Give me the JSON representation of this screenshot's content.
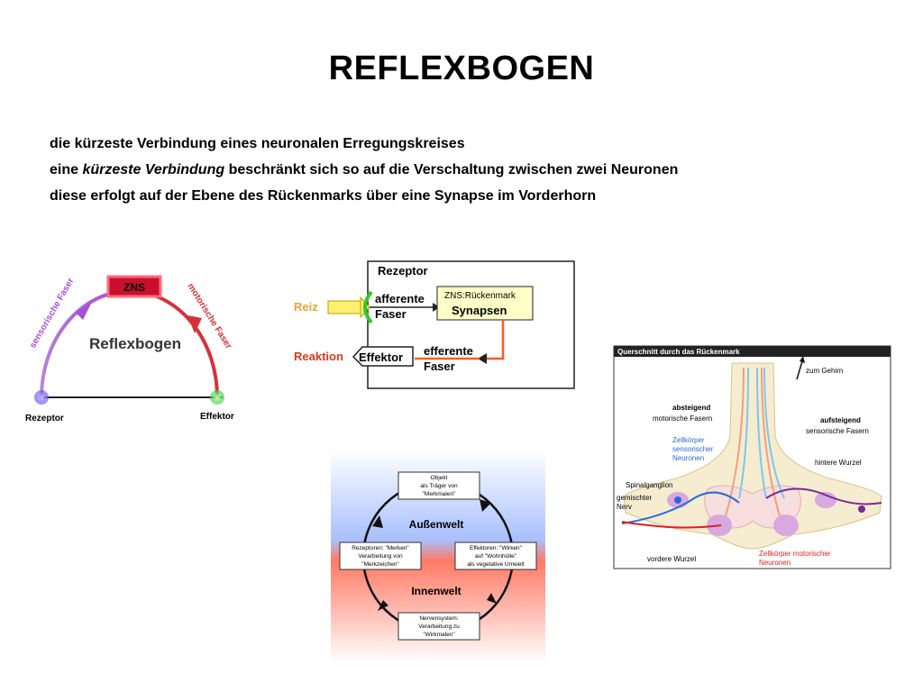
{
  "title": "REFLEXBOGEN",
  "bullets": {
    "line1": "die kürzeste Verbindung eines neuronalen Erregungskreises",
    "line2_pre": "eine ",
    "line2_em": "kürzeste Verbindung",
    "line2_post": " beschränkt sich so auf die Verschaltung zwischen zwei Neuronen",
    "line3": "diese erfolgt auf der Ebene des Rückenmarks über eine Synapse im Vorderhorn"
  },
  "arc_diagram": {
    "center_label": "Reflexbogen",
    "top_label": "ZNS",
    "left_label": "sensorische Faser",
    "right_label": "motorische Faser",
    "start_label": "Rezeptor",
    "end_label": "Effektor",
    "colors": {
      "sensory": "#a64fd6",
      "motor": "#d8303a",
      "zns": "#c8102e",
      "receptor_dot": "#5a4cf0",
      "effector_dot": "#37c837"
    }
  },
  "flow_diagram": {
    "receptor": "Rezeptor",
    "stimulus": "Reiz",
    "afferent": "afferente",
    "afferent2": "Faser",
    "zns": "ZNS:Rückenmark",
    "synapses": "Synapsen",
    "reaction": "Reaktion",
    "effector": "Effektor",
    "efferent": "efferente",
    "efferent2": "Faser",
    "colors": {
      "stimulus": "#e8a33a",
      "reaction": "#d83a1a",
      "zns_box": "#ffffc8",
      "green": "#2ec82e"
    }
  },
  "cycle_diagram": {
    "top": [
      "Objekt",
      "als Träger von",
      "\"Merkmalen\""
    ],
    "left": [
      "Rezeptoren: \"Merken\"",
      "Verarbeitung von",
      "\"Merkzeichen\""
    ],
    "right": [
      "Effektoren: \"Wirken\"",
      "auf \"Wohnhülle\"",
      "als vegetative Umwelt"
    ],
    "bottom": [
      "Nervensystem:",
      "Verarbeitung zu",
      "\"Wirkmalen\""
    ],
    "outer": "Außenwelt",
    "inner": "Innenwelt"
  },
  "spine_diagram": {
    "header": "Querschnitt durch das Rückenmark",
    "to_brain": "zum Gehirn",
    "descending": "absteigend",
    "descending2": "motorische Fasern",
    "ascending": "aufsteigend",
    "ascending2": "sensorische Fasern",
    "sensory_cell1": "Zellkörper",
    "sensory_cell2": "sensorischer",
    "sensory_cell3": "Neuronen",
    "dorsal_root": "hintere Wurzel",
    "ganglion": "Spinalganglion",
    "mixed1": "gemischter",
    "mixed2": "Nerv",
    "ventral_root": "vordere Wurzel",
    "motor_cell1": "Zellkörper motorischer",
    "motor_cell2": "Neuronen"
  }
}
